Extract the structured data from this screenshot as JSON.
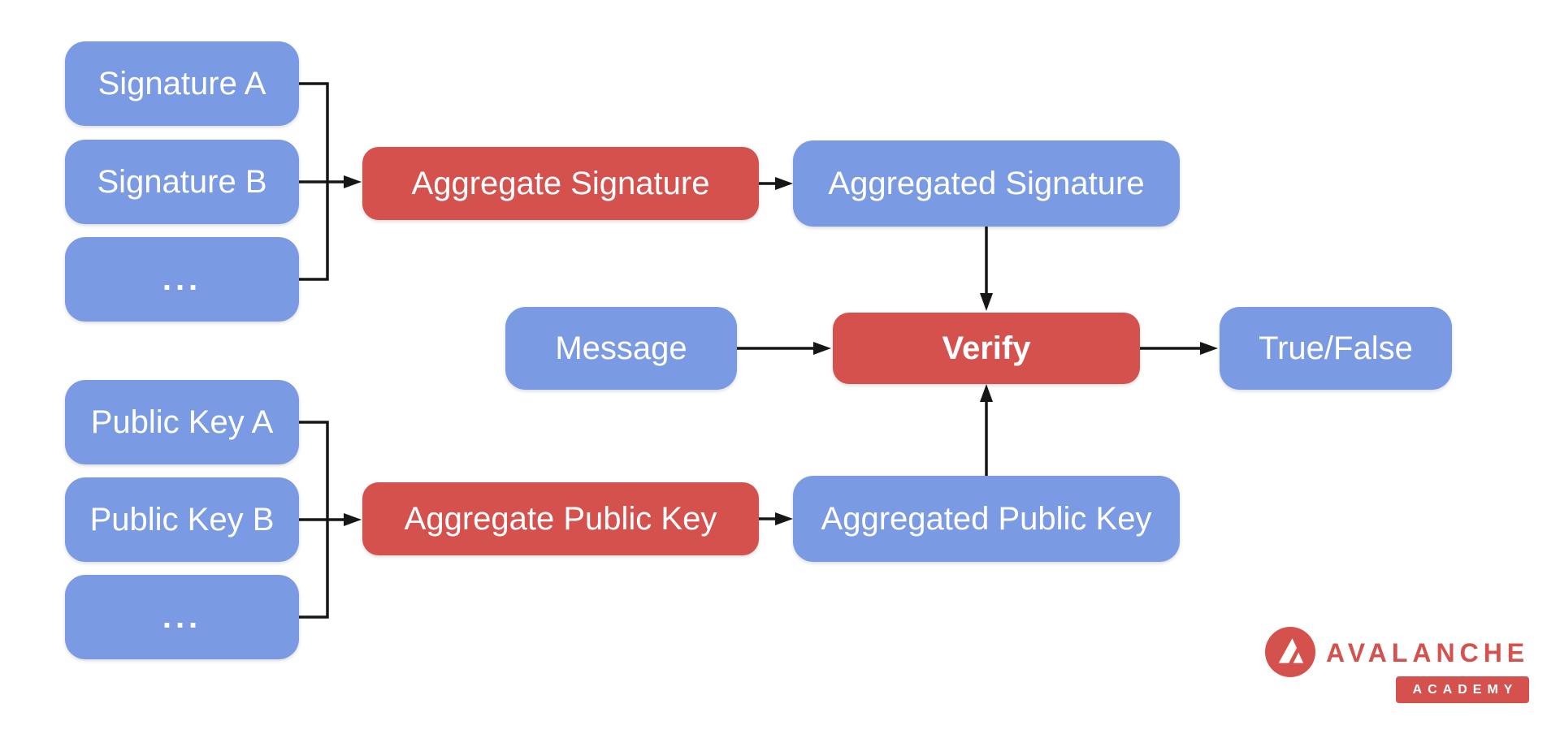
{
  "colors": {
    "blue": "#7a9ae3",
    "red": "#d5514d",
    "line": "#161616",
    "node-text": "#ffffff",
    "bg": "#ffffff"
  },
  "nodes": {
    "signature_a": "Signature A",
    "signature_b": "Signature B",
    "signature_more": "...",
    "aggregate_signature": "Aggregate Signature",
    "aggregated_signature": "Aggregated Signature",
    "message": "Message",
    "verify": "Verify",
    "true_false": "True/False",
    "public_key_a": "Public Key A",
    "public_key_b": "Public Key B",
    "public_key_more": "...",
    "aggregate_public_key": "Aggregate Public Key",
    "aggregated_public_key": "Aggregated Public Key"
  },
  "logo": {
    "brand": "AVALANCHE",
    "badge": "ACADEMY"
  }
}
